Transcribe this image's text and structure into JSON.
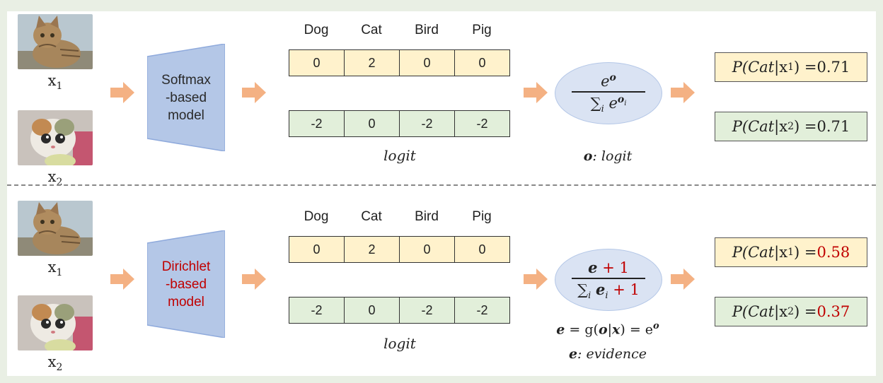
{
  "colors": {
    "background": "#e9efe4",
    "model_fill": "#b4c7e7",
    "logit_row1": "#fff2cc",
    "logit_row2": "#e2efda",
    "ellipse": "#dae3f3",
    "arrow": "#f4b183",
    "highlight_red": "#c00000"
  },
  "panels": [
    {
      "id": "softmax",
      "inputs": [
        {
          "image": "tabby-cat-photo",
          "label_base": "x",
          "label_sub": "1"
        },
        {
          "image": "fluffy-cartoon-cat-photo",
          "label_base": "x",
          "label_sub": "2"
        }
      ],
      "model_label": "Softmax\n-based\nmodel",
      "classes": [
        "Dog",
        "Cat",
        "Bird",
        "Pig"
      ],
      "logits_row1": [
        "0",
        "2",
        "0",
        "0"
      ],
      "logits_row2": [
        "-2",
        "0",
        "-2",
        "-2"
      ],
      "logit_caption": "logit",
      "formula_num": "e",
      "formula_num_sup": "o",
      "formula_den_sum": "∑",
      "formula_den_sub": "i",
      "formula_den_e": "e",
      "formula_den_sup": "o",
      "formula_den_sup_sub": "i",
      "formula_note_var": "o",
      "formula_note_text": ": logit",
      "results": [
        {
          "prefix": "P(",
          "word": "Cat",
          "mid": "|x",
          "sub": "1",
          "suffix": ") = ",
          "value": "0.71"
        },
        {
          "prefix": "P(",
          "word": "Cat",
          "mid": "|x",
          "sub": "2",
          "suffix": ") = ",
          "value": "0.71"
        }
      ]
    },
    {
      "id": "dirichlet",
      "inputs": [
        {
          "image": "tabby-cat-photo",
          "label_base": "x",
          "label_sub": "1"
        },
        {
          "image": "fluffy-cartoon-cat-photo",
          "label_base": "x",
          "label_sub": "2"
        }
      ],
      "model_label": "Dirichlet\n-based\nmodel",
      "classes": [
        "Dog",
        "Cat",
        "Bird",
        "Pig"
      ],
      "logits_row1": [
        "0",
        "2",
        "0",
        "0"
      ],
      "logits_row2": [
        "-2",
        "0",
        "-2",
        "-2"
      ],
      "logit_caption": "logit",
      "formula_num_var": "e",
      "formula_plus_one": " + 1",
      "formula_den_sum": "∑",
      "formula_den_sub": "i",
      "formula_den_var": "e",
      "formula_den_var_sub": "i",
      "formula_den_plus_one": " + 1",
      "evidence_eq_lhs": "e",
      "evidence_eq_mid": " = g(",
      "evidence_eq_o": "o",
      "evidence_eq_bar": "|",
      "evidence_eq_x": "x",
      "evidence_eq_rhs": ") = e",
      "evidence_eq_sup": "o",
      "evidence_note_var": "e",
      "evidence_note_text": ": evidence",
      "results": [
        {
          "prefix": "P(",
          "word": "Cat",
          "mid": "|x",
          "sub": "1",
          "suffix": ") = ",
          "value": "0.58"
        },
        {
          "prefix": "P(",
          "word": "Cat",
          "mid": "|x",
          "sub": "2",
          "suffix": ") = ",
          "value": "0.37"
        }
      ]
    }
  ]
}
